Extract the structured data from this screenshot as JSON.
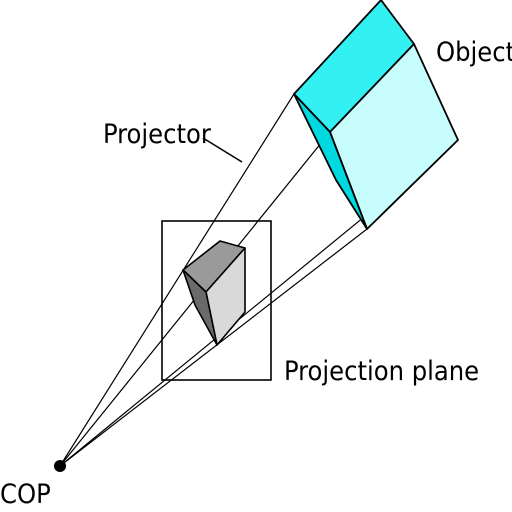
{
  "labels": {
    "object": "Object",
    "projector": "Projector",
    "projection_plane": "Projection plane",
    "cop": "COP"
  },
  "colors": {
    "cube_top": "#33f0f3",
    "cube_front": "#c8fdfd",
    "cube_left": "#00d9e0",
    "image_top": "#9a9a9a",
    "image_front": "#d9d9d9",
    "image_left": "#6a6a6a",
    "line": "#000000"
  }
}
